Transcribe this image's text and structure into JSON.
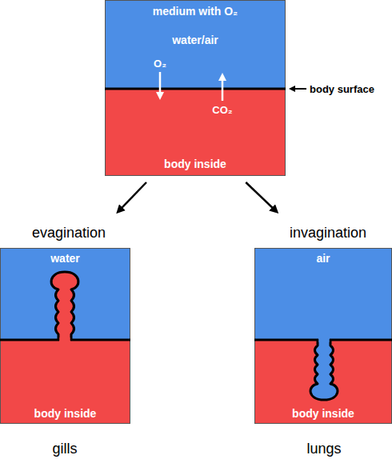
{
  "diagram": {
    "nodes": [
      {
        "text": [
          "medium with O₂",
          "water/air"
        ]
      },
      {
        "text": [
          "body inside"
        ]
      },
      {
        "text": [
          "water"
        ]
      },
      {
        "text": [
          "body inside"
        ]
      },
      {
        "text": [
          "air"
        ]
      },
      {
        "text": [
          "body inside"
        ]
      }
    ],
    "edges": [
      {
        "from": 1,
        "to": 2,
        "arrow": "to"
      },
      {
        "from": 1,
        "to": 4,
        "arrow": "to"
      }
    ],
    "labels": [
      "O₂",
      "CO₂",
      "body surface",
      "evagination",
      "invagination",
      "gills",
      "lungs"
    ]
  }
}
